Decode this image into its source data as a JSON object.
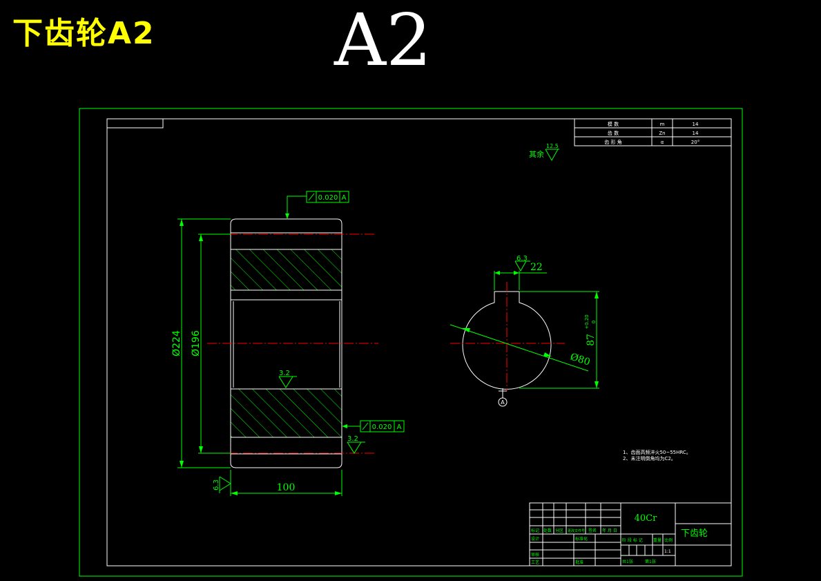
{
  "header": {
    "label_cn": "下齿轮A2",
    "sheet_size": "A2"
  },
  "parameter_table": {
    "rows": [
      {
        "name": "模 数",
        "symbol": "m",
        "value": "14"
      },
      {
        "name": "齿 数",
        "symbol": "Zn",
        "value": "14"
      },
      {
        "name": "齿 形 角",
        "symbol": "α",
        "value": "20°"
      }
    ]
  },
  "surface_note": {
    "prefix": "其余",
    "value": "12.5"
  },
  "section_view": {
    "dim_outer_dia": "Ø224",
    "dim_root_dia": "Ø196",
    "dim_width": "100",
    "roughness_top": "0.020",
    "roughness_top_datum": "A",
    "roughness_mid": "0.020",
    "roughness_mid_datum": "A",
    "roughness_bore": "3.2",
    "roughness_face": "3.2",
    "roughness_side": "6.3"
  },
  "bore_view": {
    "roughness_key": "6.3",
    "dim_key_width": "22",
    "dim_bore": "Ø80",
    "dim_key_depth": "87",
    "tol_upper": "+0.20",
    "tol_lower": "0",
    "datum_label": "A"
  },
  "notes": [
    "1、齿面高频淬火50~55HRC。",
    "2、未注明倒角均为C2。"
  ],
  "title_block": {
    "material": "40Cr",
    "part_name": "下齿轮",
    "hdr_row": [
      "标记",
      "处数",
      "分区",
      "更改文件号",
      "签名",
      "年 月 日"
    ],
    "design": "设计",
    "standard": "标准化",
    "review": "审核",
    "process": "工艺",
    "approve": "批准",
    "stage_labels": [
      "阶 段 标 记",
      "重量",
      "比例"
    ],
    "scale": "1:1",
    "sheets": "共1张",
    "sheet_no": "第1张"
  },
  "colors": {
    "frame": "#00ff00",
    "line": "#ffffff",
    "dim": "#00ff00",
    "center": "#ff0000",
    "title": "#ffff00"
  }
}
